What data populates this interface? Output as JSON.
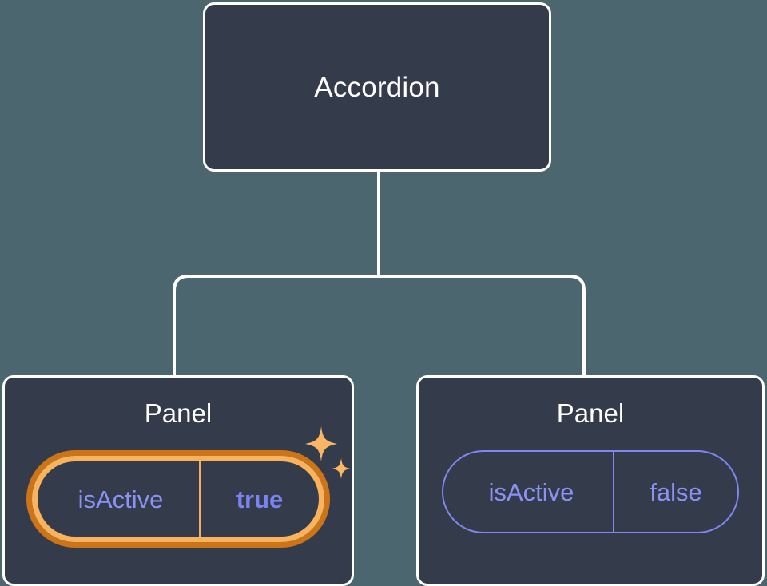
{
  "diagram": {
    "type": "component-tree",
    "background_color": "#4c666f",
    "node_fill_color": "#343c4b",
    "node_border_color": "#ffffff",
    "edge_color": "#ffffff",
    "highlight_outer_color": "#cc7418",
    "highlight_inner_color": "#f7b35e",
    "prop_text_color": "#8b92f6",
    "prop_value_highlight_color": "#7b83f2",
    "sparkle_color": "#f9b765"
  },
  "root": {
    "label": "Accordion"
  },
  "children": [
    {
      "label": "Panel",
      "highlighted": true,
      "prop": {
        "key": "isActive",
        "value": "true"
      },
      "sparkle_icons": [
        "sparkle-large-icon",
        "sparkle-small-icon"
      ]
    },
    {
      "label": "Panel",
      "highlighted": false,
      "prop": {
        "key": "isActive",
        "value": "false"
      }
    }
  ]
}
